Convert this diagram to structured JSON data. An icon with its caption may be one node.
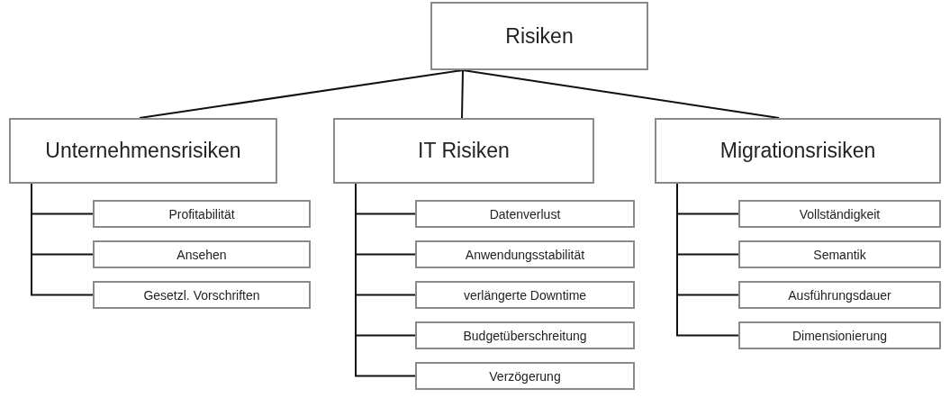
{
  "diagram": {
    "nodes": [
      {
        "text": [
          "Risiken"
        ]
      },
      {
        "text": [
          "Unternehmensrisiken"
        ]
      },
      {
        "text": [
          "IT Risiken"
        ]
      },
      {
        "text": [
          "Migrationsrisiken"
        ]
      },
      {
        "text": [
          "Profitabilität"
        ]
      },
      {
        "text": [
          "Ansehen"
        ]
      },
      {
        "text": [
          "Gesetzl. Vorschriften"
        ]
      },
      {
        "text": [
          "Datenverlust"
        ]
      },
      {
        "text": [
          "Anwendungsstabilität"
        ]
      },
      {
        "text": [
          "verlängerte Downtime"
        ]
      },
      {
        "text": [
          "Budgetüberschreitung"
        ]
      },
      {
        "text": [
          "Verzögerung"
        ]
      },
      {
        "text": [
          "Vollständigkeit"
        ]
      },
      {
        "text": [
          "Semantik"
        ]
      },
      {
        "text": [
          "Ausführungsdauer"
        ]
      },
      {
        "text": [
          "Dimensionierung"
        ]
      }
    ],
    "edges": [
      {
        "from": 0,
        "to": 1,
        "arrow": "none"
      },
      {
        "from": 0,
        "to": 2,
        "arrow": "none"
      },
      {
        "from": 0,
        "to": 3,
        "arrow": "none"
      },
      {
        "from": 1,
        "to": 4,
        "arrow": "none"
      },
      {
        "from": 1,
        "to": 5,
        "arrow": "none"
      },
      {
        "from": 1,
        "to": 6,
        "arrow": "none"
      },
      {
        "from": 2,
        "to": 7,
        "arrow": "none"
      },
      {
        "from": 2,
        "to": 8,
        "arrow": "none"
      },
      {
        "from": 2,
        "to": 9,
        "arrow": "none"
      },
      {
        "from": 2,
        "to": 10,
        "arrow": "none"
      },
      {
        "from": 2,
        "to": 11,
        "arrow": "none"
      },
      {
        "from": 3,
        "to": 12,
        "arrow": "none"
      },
      {
        "from": 3,
        "to": 13,
        "arrow": "none"
      },
      {
        "from": 3,
        "to": 14,
        "arrow": "none"
      },
      {
        "from": 3,
        "to": 15,
        "arrow": "none"
      }
    ]
  }
}
